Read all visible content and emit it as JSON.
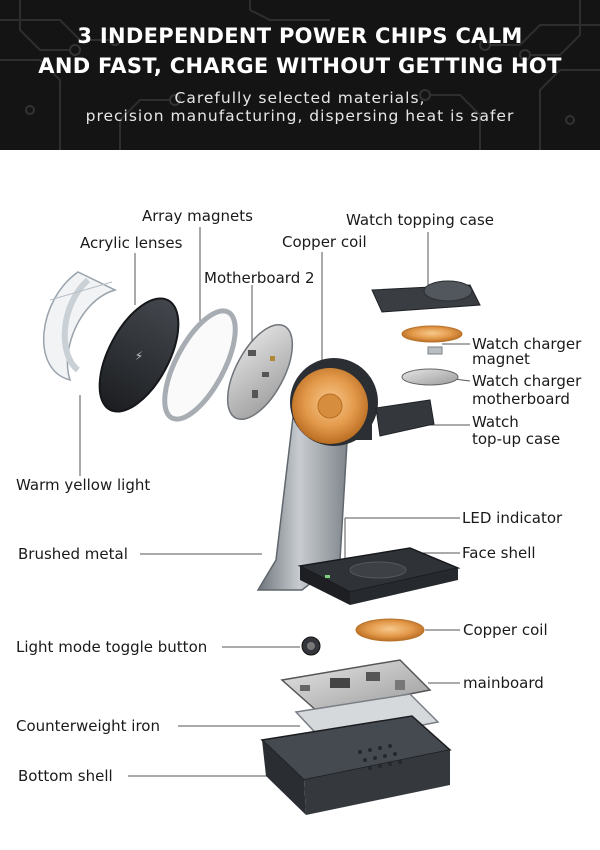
{
  "banner": {
    "headline_line1": "3 INDEPENDENT POWER CHIPS CALM",
    "headline_line2": "AND FAST, CHARGE WITHOUT GETTING HOT",
    "sub_line1": "Carefully selected materials,",
    "sub_line2": "precision manufacturing, dispersing heat is safer"
  },
  "labels": {
    "array_magnets": "Array magnets",
    "watch_topping_case": "Watch topping case",
    "acrylic_lenses": "Acrylic lenses",
    "copper_coil_top": "Copper coil",
    "motherboard_2": "Motherboard 2",
    "watch_charger_magnet_1": "Watch charger",
    "watch_charger_magnet_2": "magnet",
    "watch_charger_motherboard_1": "Watch charger",
    "watch_charger_motherboard_2": "motherboard",
    "watch_topup_case_1": "Watch",
    "watch_topup_case_2": "top-up case",
    "warm_yellow_light": "Warm yellow light",
    "led_indicator": "LED indicator",
    "brushed_metal": "Brushed metal",
    "face_shell": "Face shell",
    "copper_coil_bottom": "Copper coil",
    "light_mode_toggle": "Light mode toggle button",
    "mainboard": "mainboard",
    "counterweight_iron": "Counterweight iron",
    "bottom_shell": "Bottom shell"
  },
  "colors": {
    "banner_bg": "#141414",
    "copper": "#e39a4a",
    "metal": "#8e959c",
    "dark_shell": "#2b2e33"
  }
}
